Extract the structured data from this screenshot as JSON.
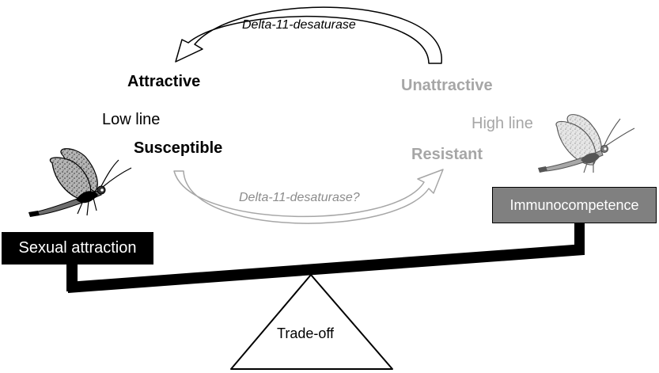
{
  "cycle": {
    "top_arrow_label": "Delta-11-desaturase",
    "bottom_arrow_label": "Delta-11-desaturase?"
  },
  "low_line": {
    "top_trait": "Attractive",
    "name": "Low line",
    "bottom_trait": "Susceptible",
    "box_label": "Sexual attraction"
  },
  "high_line": {
    "top_trait": "Unattractive",
    "name": "High line",
    "bottom_trait": "Resistant",
    "box_label": "Immunocompetence"
  },
  "fulcrum": {
    "label": "Trade-off"
  },
  "colors": {
    "dark_text": "#000000",
    "light_text": "#a6a6a6",
    "sexual_box": "#000000",
    "immuno_box": "#808080",
    "beam": "#000000"
  },
  "icons": {
    "left": "moth-icon-dark",
    "right": "moth-icon-light"
  }
}
